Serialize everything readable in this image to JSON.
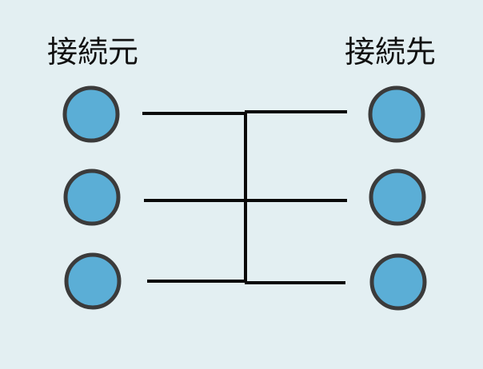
{
  "labels": {
    "source": "接続元",
    "destination": "接続先"
  },
  "colors": {
    "background": "#e3eff2",
    "node_fill": "#5baed6",
    "node_stroke": "#3b3b3b",
    "line": "#0a0a0a"
  },
  "nodes": {
    "source_count": 3,
    "destination_count": 3
  }
}
